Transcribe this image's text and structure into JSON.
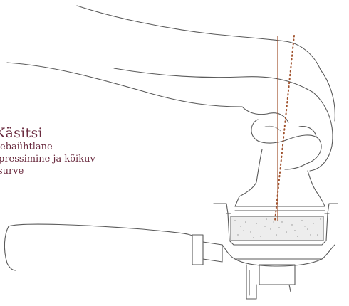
{
  "caption": {
    "title": "Käsitsi",
    "lines": [
      "ebaühtlane",
      "pressimine ja kõikuv",
      "surve"
    ]
  },
  "colors": {
    "text": "#6a2b3f",
    "reference_line": "#a0522d",
    "sketch": "#5a5a5a"
  },
  "illustration": {
    "subject": "hand-pressing-tamper-into-portafilter",
    "icons": [
      "hand-icon",
      "tamper-icon",
      "portafilter-icon",
      "coffee-grounds-icon"
    ]
  }
}
